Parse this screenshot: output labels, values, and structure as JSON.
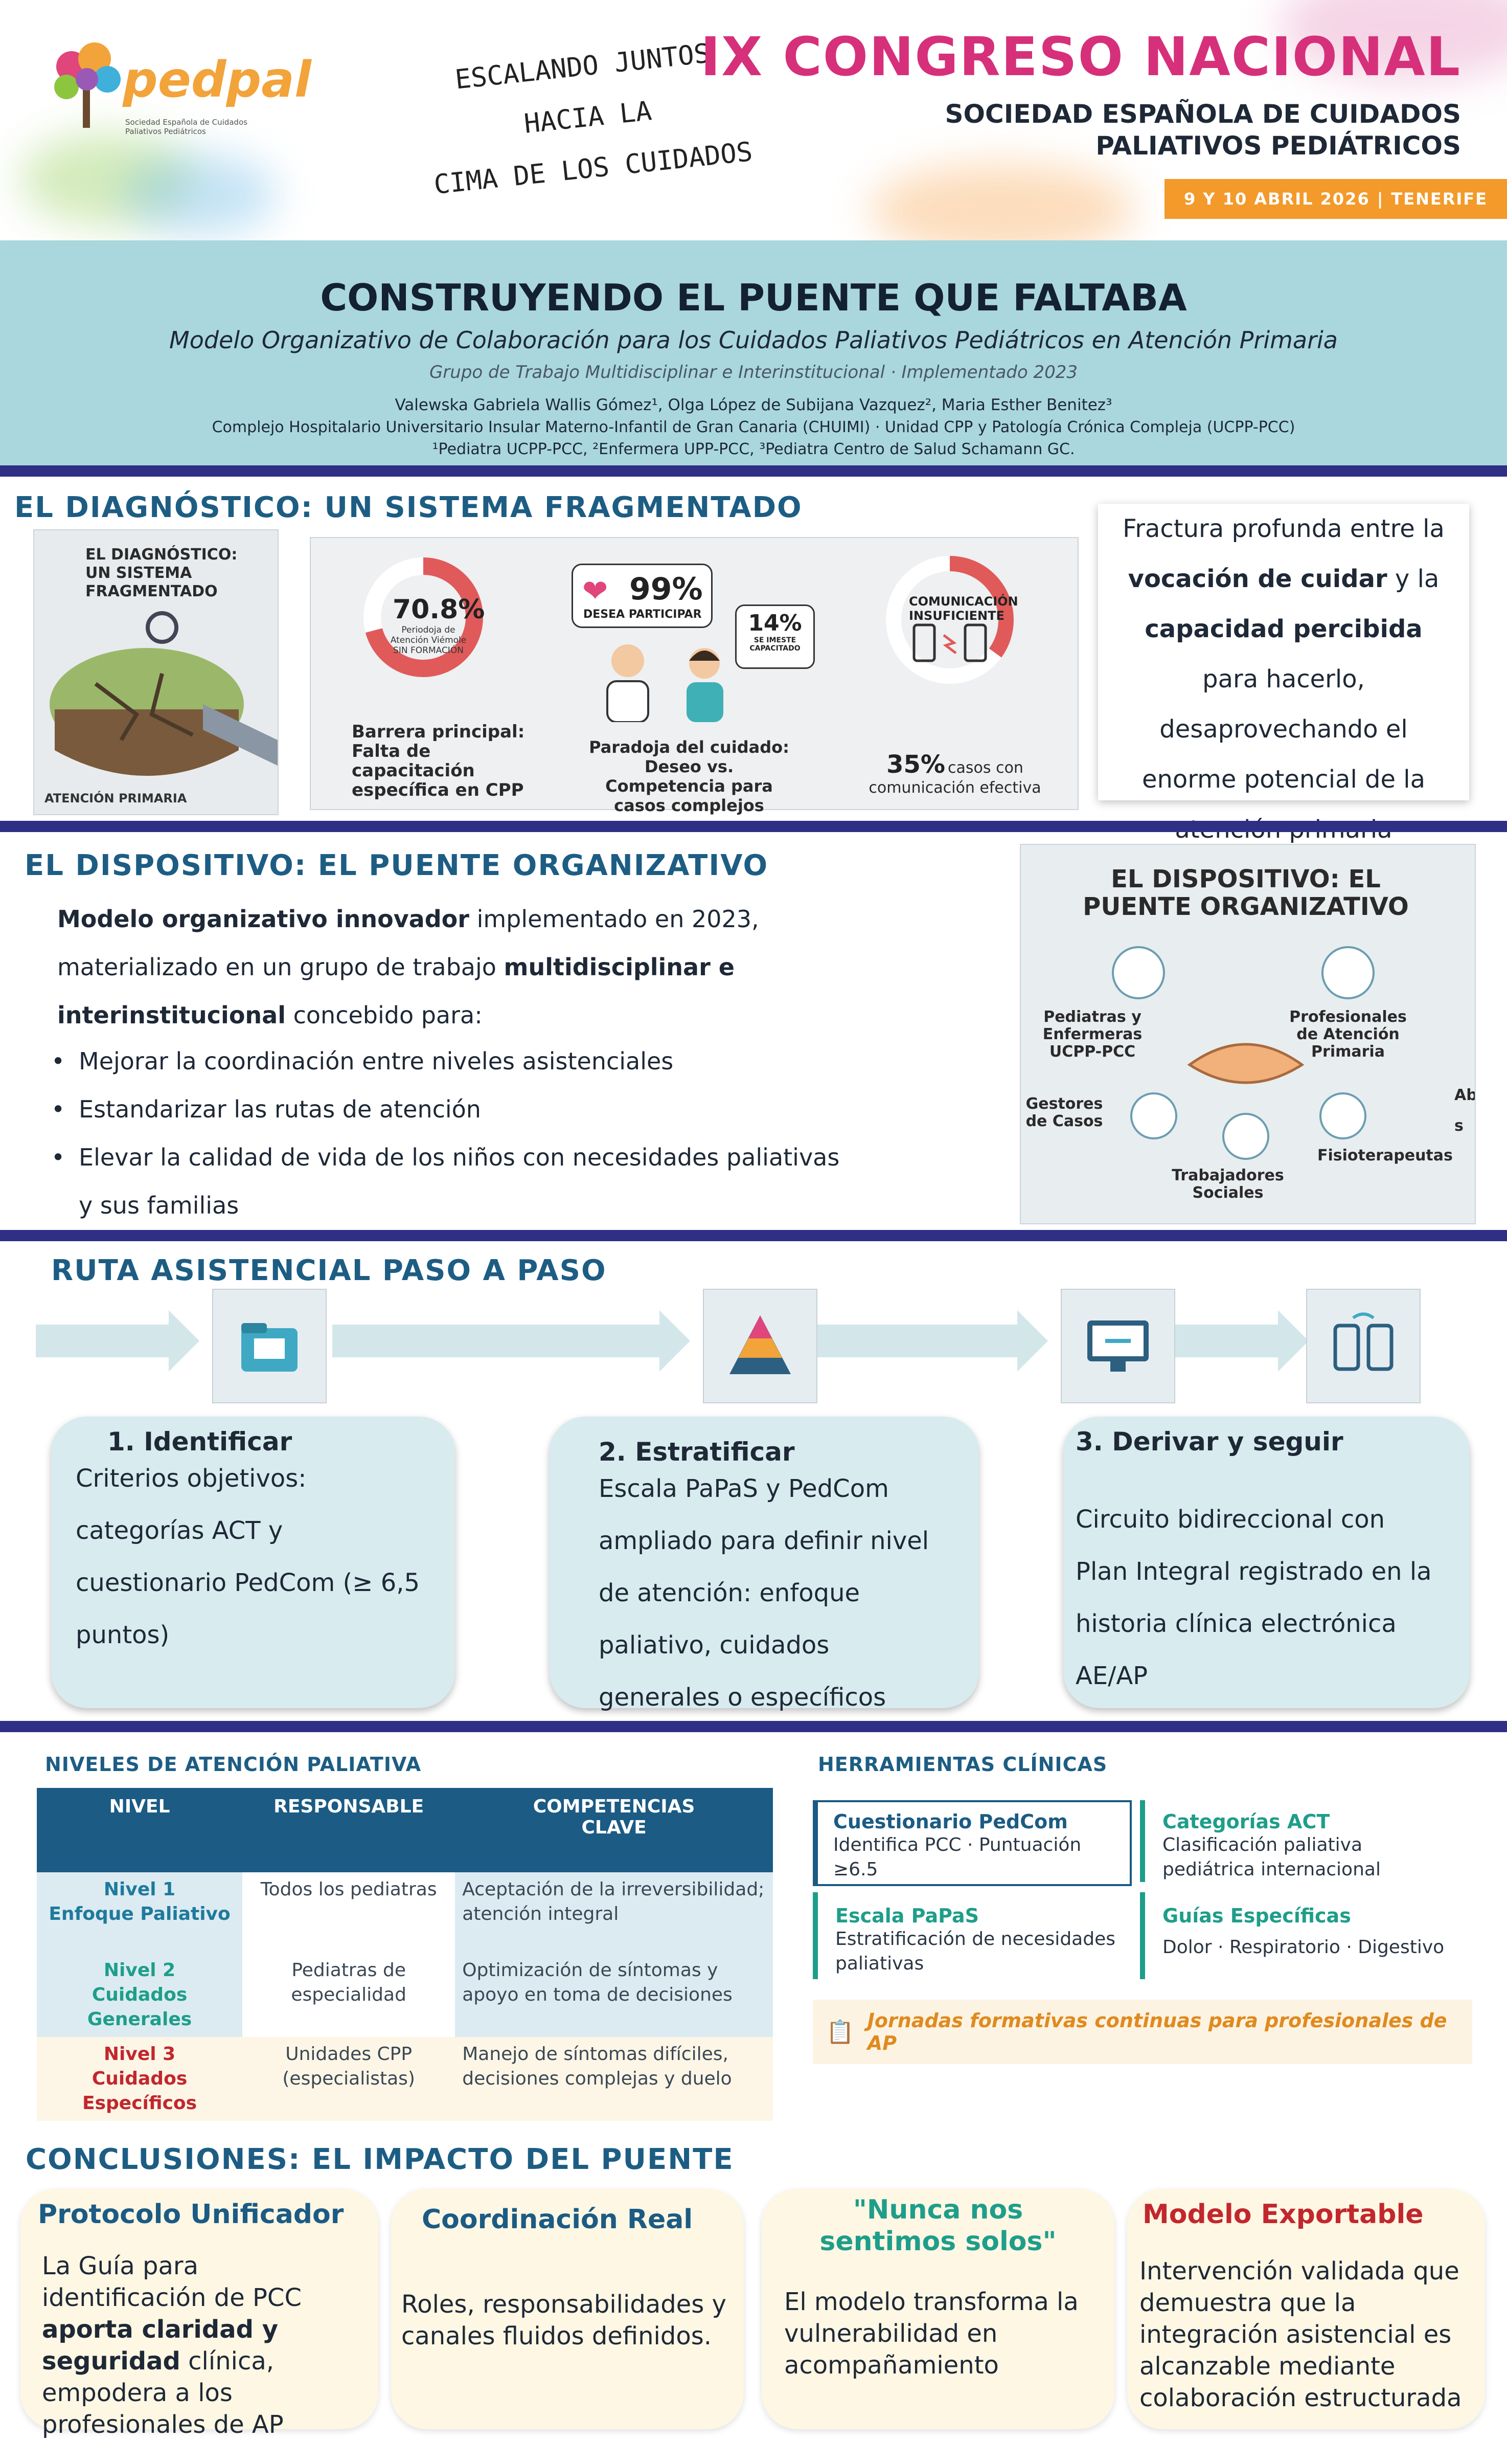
{
  "header": {
    "logo_text": "pedpal",
    "logo_sub": "Sociedad Española de Cuidados Paliativos Pediátricos",
    "slogan": [
      "ESCALANDO JUNTOS",
      "HACIA LA",
      "CIMA DE LOS CUIDADOS"
    ],
    "congress_title": "IX CONGRESO NACIONAL",
    "society_line1": "SOCIEDAD ESPAÑOLA DE CUIDADOS",
    "society_line2": "PALIATIVOS PEDIÁTRICOS",
    "date": "9 Y 10 ABRIL 2026",
    "place": "TENERIFE"
  },
  "title_band": {
    "title": "CONSTRUYENDO EL PUENTE QUE FALTABA",
    "subtitle": "Modelo Organizativo de Colaboración para los Cuidados Paliativos Pediátricos en Atención Primaria",
    "tagline": "Grupo de Trabajo Multidisciplinar e Interinstitucional · Implementado 2023",
    "authors": "Valewska Gabriela Wallis Gómez¹, Olga López de Subijana Vazquez², Maria Esther Benitez³",
    "institution": "Complejo Hospitalario Universitario Insular Materno-Infantil de Gran Canaria (CHUIMI) · Unidad CPP y Patología Crónica Compleja (UCPP-PCC)",
    "affiliations": "¹Pediatra UCPP-PCC, ²Enfermera UPP-PCC, ³Pediatra Centro de Salud Schamann GC."
  },
  "diagnostico": {
    "heading": "EL DIAGNÓSTICO: UN SISTEMA FRAGMENTADO",
    "img1_title": "EL DIAGNÓSTICO: UN SISTEMA FRAGMENTADO",
    "img1_caption": "ATENCIÓN PRIMARIA",
    "stat1_value": "70.8%",
    "stat1_label": "Periodoja de Atención Viémole SIN FORMACIÓN",
    "stat1_caption": "Barrera principal: Falta de capacitación específica en CPP",
    "stat2_value": "99%",
    "stat2_label": "DESEA PARTICIPAR",
    "stat3_value": "14%",
    "stat3_label": "SE IMESTE CAPACITADO",
    "stat23_caption": "Paradoja del cuidado: Deseo vs. Competencia para casos complejos",
    "stat4_label": "COMUNICACIÓN INSUFICIENTE",
    "stat4_value": "35%",
    "stat4_caption": "casos con comunicación efectiva",
    "quote_parts": [
      "Fractura profunda entre la",
      "vocación de cuidar",
      "y la",
      "capacidad percibida",
      "para hacerlo, desaprovechando el enorme potencial de la atención primaria"
    ]
  },
  "dispositivo": {
    "heading": "EL DISPOSITIVO: EL PUENTE ORGANIZATIVO",
    "intro_b1": "Modelo organizativo innovador",
    "intro_t1": " implementado en 2023, materializado en un grupo de trabajo ",
    "intro_b2": "multidisciplinar e interinstitucional",
    "intro_t2": " concebido para:",
    "bullets": [
      "Mejorar la coordinación entre niveles asistenciales",
      "Estandarizar las rutas de atención",
      "Elevar la calidad de vida de los niños con necesidades paliativas y sus familias"
    ],
    "img_title": "EL DISPOSITIVO: EL PUENTE ORGANIZATIVO",
    "img_labels": [
      "Pediatras y Enfermeras UCPP-PCC",
      "Profesionales de Atención Primaria",
      "Gestores de Casos",
      "Trabajadores Sociales",
      "Fisioterapeutas",
      "Ab s"
    ]
  },
  "ruta": {
    "heading": "RUTA ASISTENCIAL PASO A PASO",
    "icons": [
      "folder-icon",
      "pyramid-icon",
      "computer-icon",
      "devices-icon"
    ],
    "steps": [
      {
        "title": "1. Identificar",
        "body": "Criterios objetivos: categorías ACT y cuestionario PedCom (≥ 6,5 puntos)"
      },
      {
        "title": "2. Estratificar",
        "body": "Escala PaPaS y PedCom ampliado para definir nivel de atención: enfoque paliativo, cuidados generales o específicos"
      },
      {
        "title": "3. Derivar y seguir",
        "body": "Circuito bidireccional con Plan Integral registrado en la historia clínica electrónica AE/AP"
      }
    ]
  },
  "niveles": {
    "heading": "NIVELES DE ATENCIÓN PALIATIVA",
    "columns": [
      "NIVEL",
      "RESPONSABLE",
      "COMPETENCIAS CLAVE"
    ],
    "rows": [
      {
        "level": "Nivel 1\nEnfoque Paliativo",
        "resp": "Todos los pediatras",
        "comp": "Aceptación de la irreversibilidad; atención integral",
        "color": "#1f7a9c",
        "bg": "#dcebf2"
      },
      {
        "level": "Nivel 2\nCuidados Generales",
        "resp": "Pediatras de especialidad",
        "comp": "Optimización de síntomas y apoyo en toma de decisiones",
        "color": "#1e9e8a",
        "bg": "#dcebf2"
      },
      {
        "level": "Nivel 3\nCuidados Específicos",
        "resp": "Unidades CPP (especialistas)",
        "comp": "Manejo de síntomas difíciles, decisiones complejas y duelo",
        "color": "#c2272d",
        "bg": "#fdf6e6"
      }
    ]
  },
  "herramientas": {
    "heading": "HERRAMIENTAS CLÍNICAS",
    "items": [
      {
        "title": "Cuestionario PedCom",
        "body": "Identifica PCC · Puntuación ≥6.5",
        "color": "#1b5b84"
      },
      {
        "title": "Categorías ACT",
        "body": "Clasificación paliativa pediátrica internacional",
        "color": "#1e9e8a"
      },
      {
        "title": "Escala PaPaS",
        "body": "Estratificación de necesidades paliativas",
        "color": "#1e9e8a"
      },
      {
        "title": "Guías Específicas",
        "body": "Dolor · Respiratorio · Digestivo",
        "color": "#1e9e8a"
      }
    ],
    "banner": "Jornadas formativas continuas para profesionales de AP"
  },
  "conclusiones": {
    "heading": "CONCLUSIONES: EL IMPACTO DEL PUENTE",
    "cards": [
      {
        "title": "Protocolo Unificador",
        "body_a": "La Guía para identificación de PCC ",
        "body_b": "aporta claridad y seguridad",
        "body_c": " clínica, empodera a los profesionales de AP",
        "color": "#1b5b84"
      },
      {
        "title": "Coordinación Real",
        "body_a": "Roles, responsabilidades y canales fluidos definidos.",
        "body_b": "",
        "body_c": "",
        "color": "#1b5b84"
      },
      {
        "title": "\"Nunca nos sentimos solos\"",
        "body_a": "El modelo transforma la vulnerabilidad en acompañamiento",
        "body_b": "",
        "body_c": "",
        "color": "#1e9e8a"
      },
      {
        "title": "Modelo Exportable",
        "body_a": "Intervención validada que demuestra que la integración asistencial es alcanzable mediante colaboración estructurada",
        "body_b": "",
        "body_c": "",
        "color": "#c2272d"
      }
    ]
  },
  "colors": {
    "navy_divider": "#2f2f86",
    "title_band": "#a9d7dd",
    "section_blue": "#1d5d84",
    "magenta": "#d6307a",
    "orange": "#f39a2a"
  }
}
